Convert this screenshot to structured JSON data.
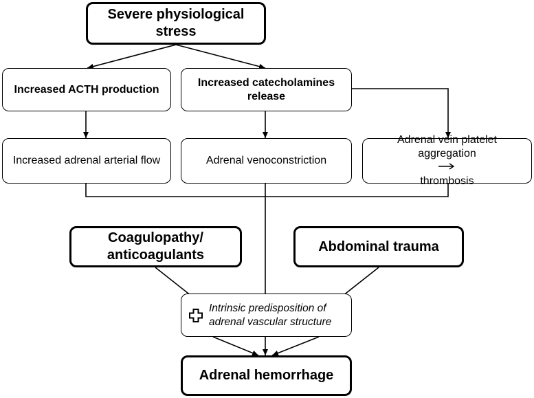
{
  "nodes": {
    "stress": "Severe physiological stress",
    "acth": "Increased ACTH production",
    "catecholamines_line1": "Increased catecholamines",
    "catecholamines_line2": "release",
    "arterial_flow": "Increased adrenal arterial flow",
    "venoconstriction": "Adrenal venoconstriction",
    "platelet_line1": "Adrenal vein platelet",
    "platelet_line2a": "aggregation",
    "platelet_line2b": "thrombosis",
    "coagulopathy_line1": "Coagulopathy/",
    "coagulopathy_line2": "anticoagulants",
    "trauma": "Abdominal trauma",
    "predisposition_line1": "Intrinsic predisposition of",
    "predisposition_line2": "adrenal vascular structure",
    "hemorrhage": "Adrenal hemorrhage"
  },
  "icons": {
    "plus": "plus-icon",
    "inline_arrow": "right-arrow-icon"
  },
  "colors": {
    "line": "#000000",
    "box_fill": "#ffffff"
  }
}
